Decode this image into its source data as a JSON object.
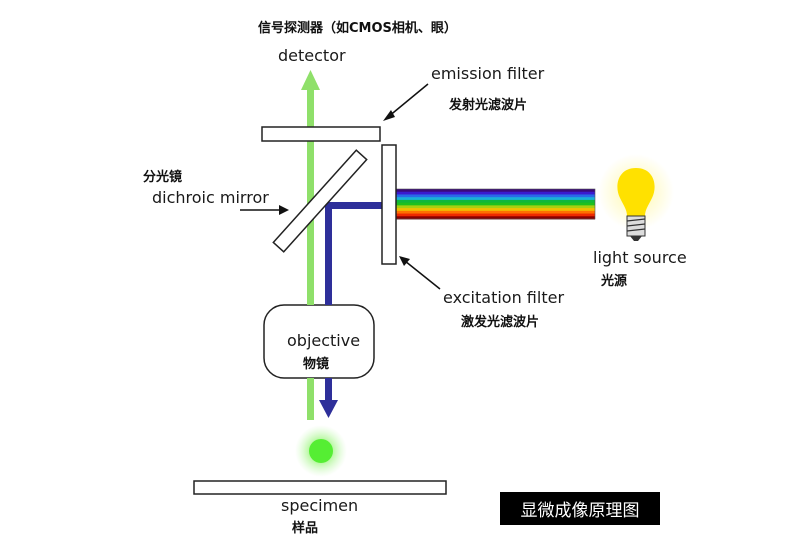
{
  "diagram": {
    "title_badge": "显微成像原理图",
    "labels": {
      "detector_zh": "信号探测器（如CMOS相机、眼）",
      "detector_en": "detector",
      "emission_filter_en": "emission filter",
      "emission_filter_zh": "发射光滤波片",
      "dichroic_mirror_zh": "分光镜",
      "dichroic_mirror_en": "dichroic mirror",
      "light_source_en": "light source",
      "light_source_zh": "光源",
      "excitation_filter_en": "excitation filter",
      "excitation_filter_zh": "激发光滤波片",
      "objective_en": "objective",
      "objective_zh": "物镜",
      "specimen_en": "specimen",
      "specimen_zh": "样品"
    },
    "colors": {
      "emission_beam": "#8fe06a",
      "excitation_beam": "#2e2f9a",
      "fluorescence_dot": "#55ee33",
      "bulb": "#ffe100",
      "badge_bg": "#000000"
    },
    "spectrum_bands": [
      "#3a0a7a",
      "#3a1ad0",
      "#2a6ae8",
      "#19b0d8",
      "#10b83a",
      "#1ec01e",
      "#a8d010",
      "#f0c000",
      "#ff7000",
      "#ee2a00",
      "#8a0000"
    ]
  }
}
